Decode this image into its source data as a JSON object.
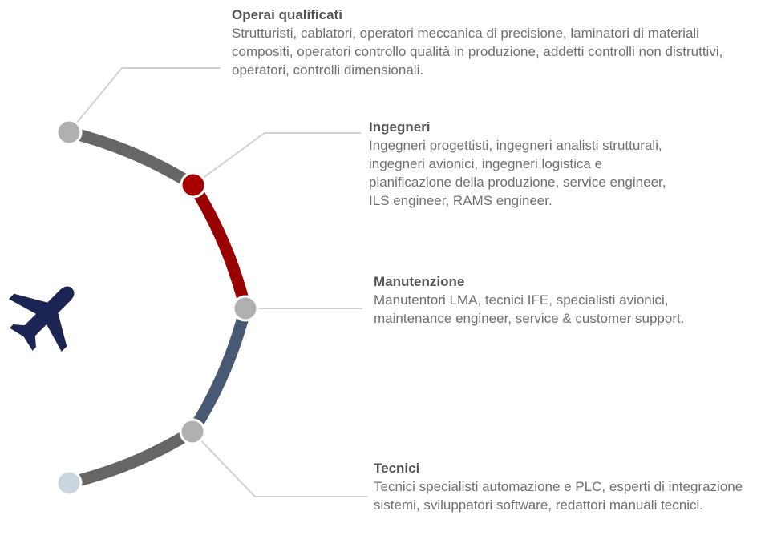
{
  "sections": [
    {
      "title": "Operai qualificati",
      "description": "Strutturisti, cablatori, operatori meccanica di precisione, laminatori di materiali compositi, operatori controllo qualità in produzione, addetti controlli non distruttivi, operatori, controlli dimensionali."
    },
    {
      "title": "Ingegneri",
      "description": "Ingegneri progettisti, ingegneri analisti strutturali, ingegneri avionici, ingegneri logistica e pianificazione della produzione, service engineer, ILS engineer, RAMS engineer."
    },
    {
      "title": "Manutenzione",
      "description": "Manutentori LMA, tecnici IFE, specialisti avionici, maintenance engineer, service & customer support."
    },
    {
      "title": "Tecnici",
      "description": "Tecnici specialisti automazione e PLC, esperti di integrazione sistemi, sviluppatori software, redattori manuali tecnici."
    }
  ],
  "colors": {
    "arc_gray": "#666666",
    "arc_red": "#990000",
    "arc_blue": "#485a73",
    "node_gray": "#b0b0b0",
    "node_red": "#a80000",
    "node_light": "#cbd5de",
    "plane": "#1b2452",
    "connector": "#d2d2d2"
  },
  "icons": {
    "plane": "airplane-icon"
  }
}
